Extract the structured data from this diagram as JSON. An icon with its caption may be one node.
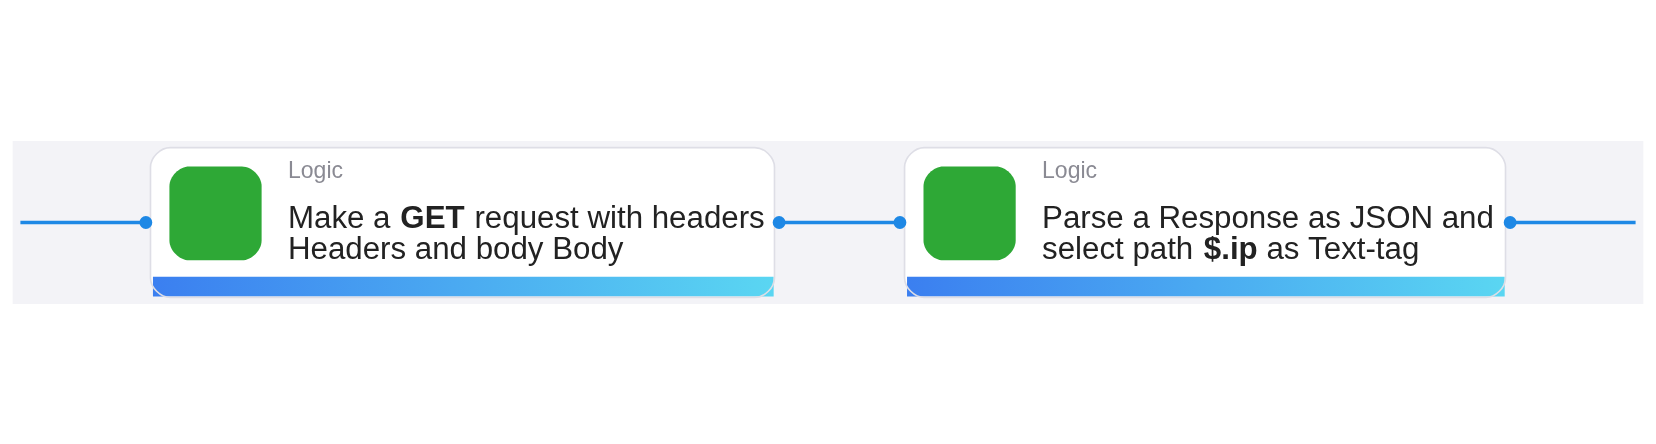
{
  "diagram": {
    "nodes": [
      {
        "text": [
          "Logic",
          "Make a **GET** request with headers Headers and body Body"
        ]
      },
      {
        "text": [
          "Logic",
          "Parse a Response as JSON and select path **$.ip** as Text-tag"
        ]
      }
    ],
    "edges": [
      {
        "from": null,
        "to": 0,
        "arrow": "other"
      },
      {
        "from": 0,
        "to": 1,
        "arrow": "other"
      },
      {
        "from": 1,
        "to": null,
        "arrow": "other"
      }
    ]
  }
}
